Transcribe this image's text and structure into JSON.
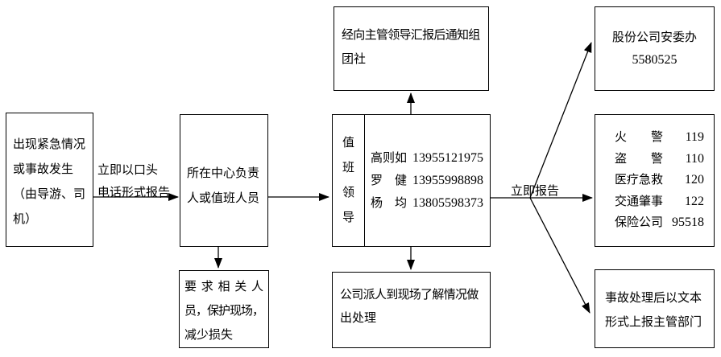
{
  "diagram": {
    "boxes": {
      "emergency": {
        "lines": [
          "出现紧急情况",
          "或事故发生",
          "（由导游、司",
          "机）"
        ]
      },
      "center_duty": {
        "lines": [
          "所在中心负责",
          "人或值班人员"
        ]
      },
      "protect_scene": {
        "lines": [
          "要求相关人",
          "员，保护现场，",
          "减少损失"
        ]
      },
      "duty_leader": {
        "title": "值班领导",
        "contacts": [
          {
            "name": "高则如",
            "phone": "13955121975"
          },
          {
            "name": "罗　健",
            "phone": "13955998898"
          },
          {
            "name": "杨　均",
            "phone": "13805598373"
          }
        ]
      },
      "notify_group": {
        "lines": [
          "经向主管领导汇报后通知组",
          "团社"
        ]
      },
      "site_handle": {
        "lines": [
          "公司派人到现场了解情况做",
          "出处理"
        ]
      },
      "company_safety": {
        "name": "股份公司安委办",
        "phone": "5580525"
      },
      "emergency_numbers": {
        "rows": [
          {
            "label": "火　　警",
            "value": "119"
          },
          {
            "label": "盗　　警",
            "value": "110"
          },
          {
            "label": "医疗急救",
            "value": "120"
          },
          {
            "label": "交通肇事",
            "value": "122"
          },
          {
            "label": "保险公司",
            "value": "95518"
          }
        ]
      },
      "report_text": {
        "lines": [
          "事故处理后以文本",
          "形式上报主管部门"
        ]
      }
    },
    "arrow_labels": {
      "oral_report_line1": "立即以口头",
      "oral_report_line2": "电话形式报告",
      "immediate_report": "立即报告"
    },
    "colors": {
      "line": "#000000",
      "background": "#ffffff"
    }
  }
}
